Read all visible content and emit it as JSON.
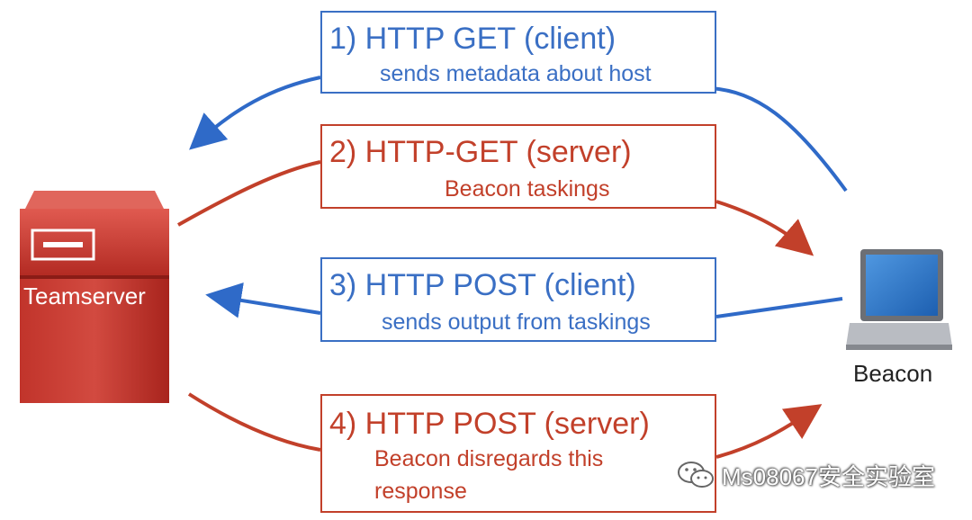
{
  "steps": [
    {
      "title": "1)  HTTP GET (client)",
      "subtitle": "sends metadata about host"
    },
    {
      "title": "2)  HTTP-GET (server)",
      "subtitle": "Beacon taskings"
    },
    {
      "title": "3)  HTTP POST (client)",
      "subtitle": "sends output from taskings"
    },
    {
      "title": "4)  HTTP POST (server)",
      "subtitle_line1": "Beacon disregards this",
      "subtitle_line2": "response"
    }
  ],
  "server": {
    "label": "Teamserver"
  },
  "beacon": {
    "label": "Beacon"
  },
  "watermark": {
    "text": "Ms08067安全实验室",
    "icon": "wechat-icon"
  },
  "colors": {
    "client": "#3a6fc4",
    "server": "#c2402a"
  }
}
